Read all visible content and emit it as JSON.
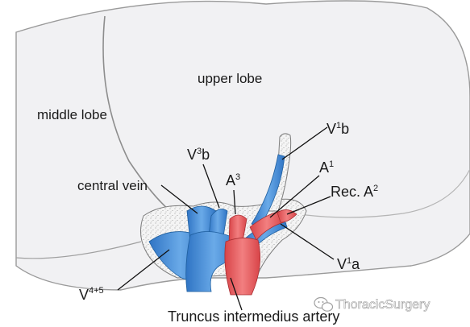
{
  "lobes": {
    "upper": "upper lobe",
    "middle": "middle lobe"
  },
  "labels": {
    "v1b": {
      "base": "V",
      "sup": "1",
      "tail": "b"
    },
    "v3b": {
      "base": "V",
      "sup": "3",
      "tail": "b"
    },
    "a1": {
      "base": "A",
      "sup": "1"
    },
    "a3": {
      "base": "A",
      "sup": "3"
    },
    "rec_a2": {
      "base": "Rec. A",
      "sup": "2"
    },
    "central_vein": "central vein",
    "v1a": {
      "base": "V",
      "sup": "1",
      "tail": "a"
    },
    "v45": {
      "base": "V",
      "sup": "4+5"
    },
    "truncus": "Truncus intermedius artery"
  },
  "watermark": "ThoracicSurgery",
  "colors": {
    "vein": "#4a90d9",
    "artery": "#e8575a",
    "lobe_fill": "#f1f1f3",
    "lobe_stroke": "#9a9a9a"
  }
}
